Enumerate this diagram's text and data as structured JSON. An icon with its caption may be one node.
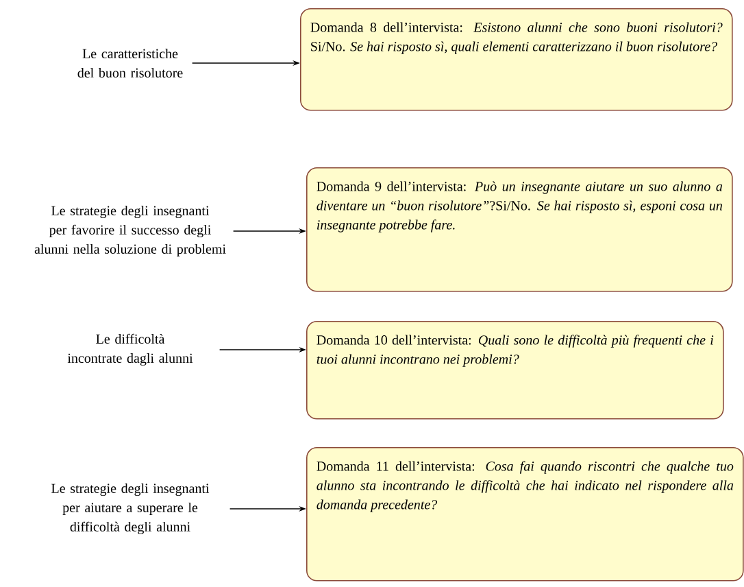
{
  "diagram": {
    "nodes": [
      {
        "text": [
          "Le caratteristiche del buon risolutore"
        ]
      },
      {
        "text": [
          "Le strategie degli insegnanti per favorire il successo degli alunni nella soluzione di problemi"
        ]
      },
      {
        "text": [
          "Le difficoltà incontrate dagli alunni"
        ]
      },
      {
        "text": [
          "Le strategie degli insegnanti per aiutare a superare le difficoltà degli alunni"
        ]
      },
      {
        "text": [
          "Domanda 8 dell’intervista: *Esistono alunni che sono buoni risolutori?* Si/No. *Se hai risposto sì, quali elementi caratterizzano il buon risolutore?*"
        ]
      },
      {
        "text": [
          "Domanda 9 dell’intervista: *Può un insegnante aiutare un suo alunno a diventare un “buon risolutore”*?Si/No. *Se hai risposto sì, esponi cosa un insegnante potrebbe fare.*"
        ]
      },
      {
        "text": [
          "Domanda 10 dell’intervista: *Quali sono le difficoltà più frequenti che i tuoi alunni incontrano nei problemi?*"
        ]
      },
      {
        "text": [
          "Domanda 11 dell’intervista: *Cosa fai quando riscontri che qualche tuo alunno sta incontrando le difficoltà che hai indicato nel rispondere alla domanda precedente?*"
        ]
      }
    ],
    "edges": [
      {
        "from": 0,
        "to": 4,
        "arrow": "to"
      },
      {
        "from": 1,
        "to": 5,
        "arrow": "to"
      },
      {
        "from": 2,
        "to": 6,
        "arrow": "to"
      },
      {
        "from": 3,
        "to": 7,
        "arrow": "to"
      }
    ]
  }
}
